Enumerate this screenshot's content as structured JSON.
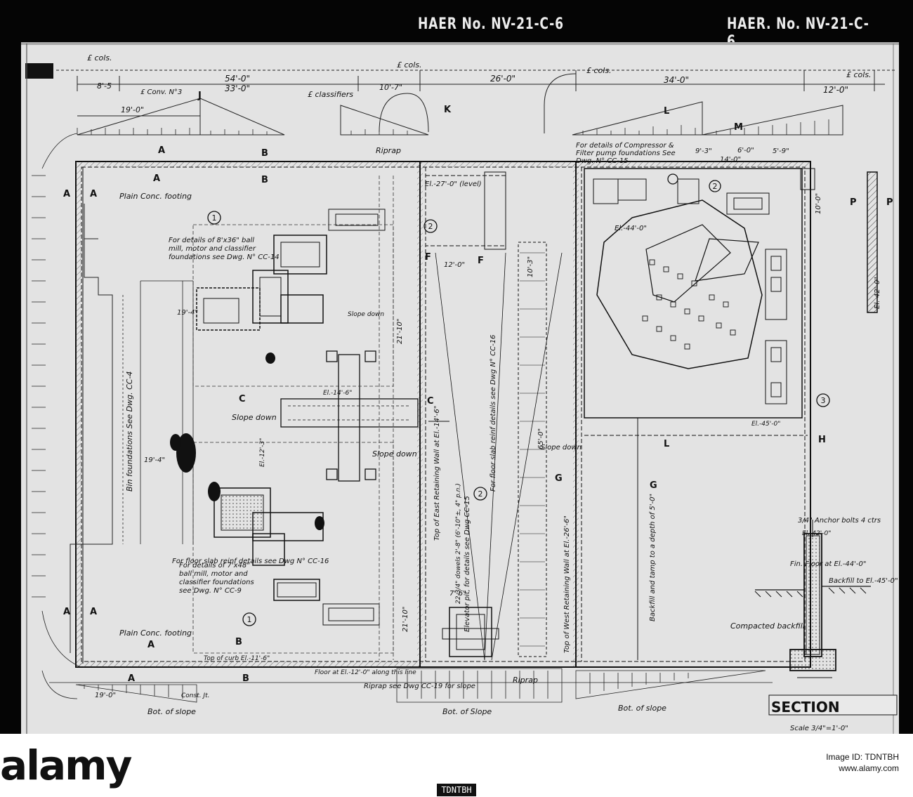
{
  "header": {
    "ref_left": "HAER No. NV-21-C-6",
    "ref_right": "HAER. No. NV-21-C-6"
  },
  "dims": {
    "top_cols_left": "£ cols.",
    "top_cols_mid": "£ cols.",
    "top_cols_mid2": "£ cols.",
    "top_cols_right": "£ cols.",
    "d_54": "54'-0\"",
    "d_33": "33'-0\"",
    "d_8_5": "8'-5",
    "d_10_7": "10'-7\"",
    "d_26": "26'-0\"",
    "d_34": "34'-0\"",
    "d_12": "12'-0\"",
    "d_19": "19'-0\"",
    "classifiers": "£ classifiers",
    "conv": "£ Conv. N°3",
    "d_19_bot": "19'-0\"",
    "const_jt": "Const. Jt.",
    "d_19_4a": "19'-4\"",
    "d_19_4b": "19'-4\"",
    "d_21_10a": "21'-10\"",
    "d_21_10b": "21'-10\"",
    "d_12_0": "12'-0\"",
    "d_10_3": "10'-3\"",
    "d_65": "65'-0\"",
    "d_7_6": "7'-6\"",
    "d_14": "14'-0\"",
    "d_9_3": "9'-3\"",
    "d_6_0": "6'-0\"",
    "d_5_9": "5'-9\"",
    "d_10_0": "10'-0\""
  },
  "sections": {
    "a": "A",
    "b": "B",
    "c": "C",
    "f": "F",
    "g": "G",
    "h": "H",
    "j": "J",
    "k": "K",
    "l": "L",
    "m": "M",
    "p": "P"
  },
  "callouts": {
    "one": "1",
    "two": "2",
    "three": "3"
  },
  "notes": {
    "plain_footing": "Plain Conc. footing",
    "plain_footing_bot": "Plain Conc. footing",
    "ball_mill_8": "For details of 8'x36\" ball mill, motor and classifier foundations see Dwg. N° CC-14",
    "ball_mill_7": "For details of 7'x48\" ball mill, motor and classifier foundations see Dwg. N° CC-9",
    "bin_foundations": "Bin foundations See Dwg. CC-4",
    "floor_slab_reinf": "For floor slab reinf details see Dwg N° CC-16",
    "floor_slab_reinf_mid": "For floor slab reinf details see Dwg N° CC-16",
    "compressor": "For details of Compressor & Filter pump foundations See Dwg. N° CC-15",
    "elevator_pit": "Elevator pit, for details see Dwg CC-15",
    "slope_down_1": "Slope down",
    "slope_down_2": "Slope down",
    "slope_down_3": "Slope down",
    "slope_down_4": "Slope down",
    "riprap_top": "Riprap",
    "riprap_bot": "Riprap",
    "riprap_see": "Riprap see Dwg CC-19 for slope",
    "bot_slope_1": "Bot. of slope",
    "bot_slope_2": "Bot. of Slope",
    "bot_slope_3": "Bot. of slope",
    "backfill": "Backfill and tamp to a depth of 5'-0\"",
    "anchor_bolts": "3/4\" Anchor bolts 4 ctrs",
    "fin_floor": "Fin. Floor at El.-44'-0\"",
    "backfill_to": "Backfill to El.-45'-0\"",
    "compacted": "Compacted backfill",
    "section_title": "SECTION",
    "scale": "Scale 3/4\"=1'-0\"",
    "floor_el_12": "Floor at El.-12'-0\" along this line",
    "top_curb": "Top of curb El.-11'-6\"",
    "east_retaining": "Top of East Retaining Wall at El.-14'-6\"",
    "west_retaining": "Top of West Retaining Wall at El.-26'-6\"",
    "el_44": "El.-44'-0\"",
    "el_42": "El.-42'-0\"",
    "el_45": "El.-45'-0\"",
    "el_14_6": "El.-14'-6\"",
    "el_12_3": "El.-12'-3\"",
    "el_27_level": "El.-27'-0\" (level)",
    "dowels": "22-3/4\" dowels 2'-8\" (6'-10\"±, 4\" p.n.)"
  },
  "footer": {
    "logo": "alamy",
    "image_id": "Image ID: TDNTBH",
    "site": "www.alamy.com",
    "code": "TDNTBH"
  }
}
